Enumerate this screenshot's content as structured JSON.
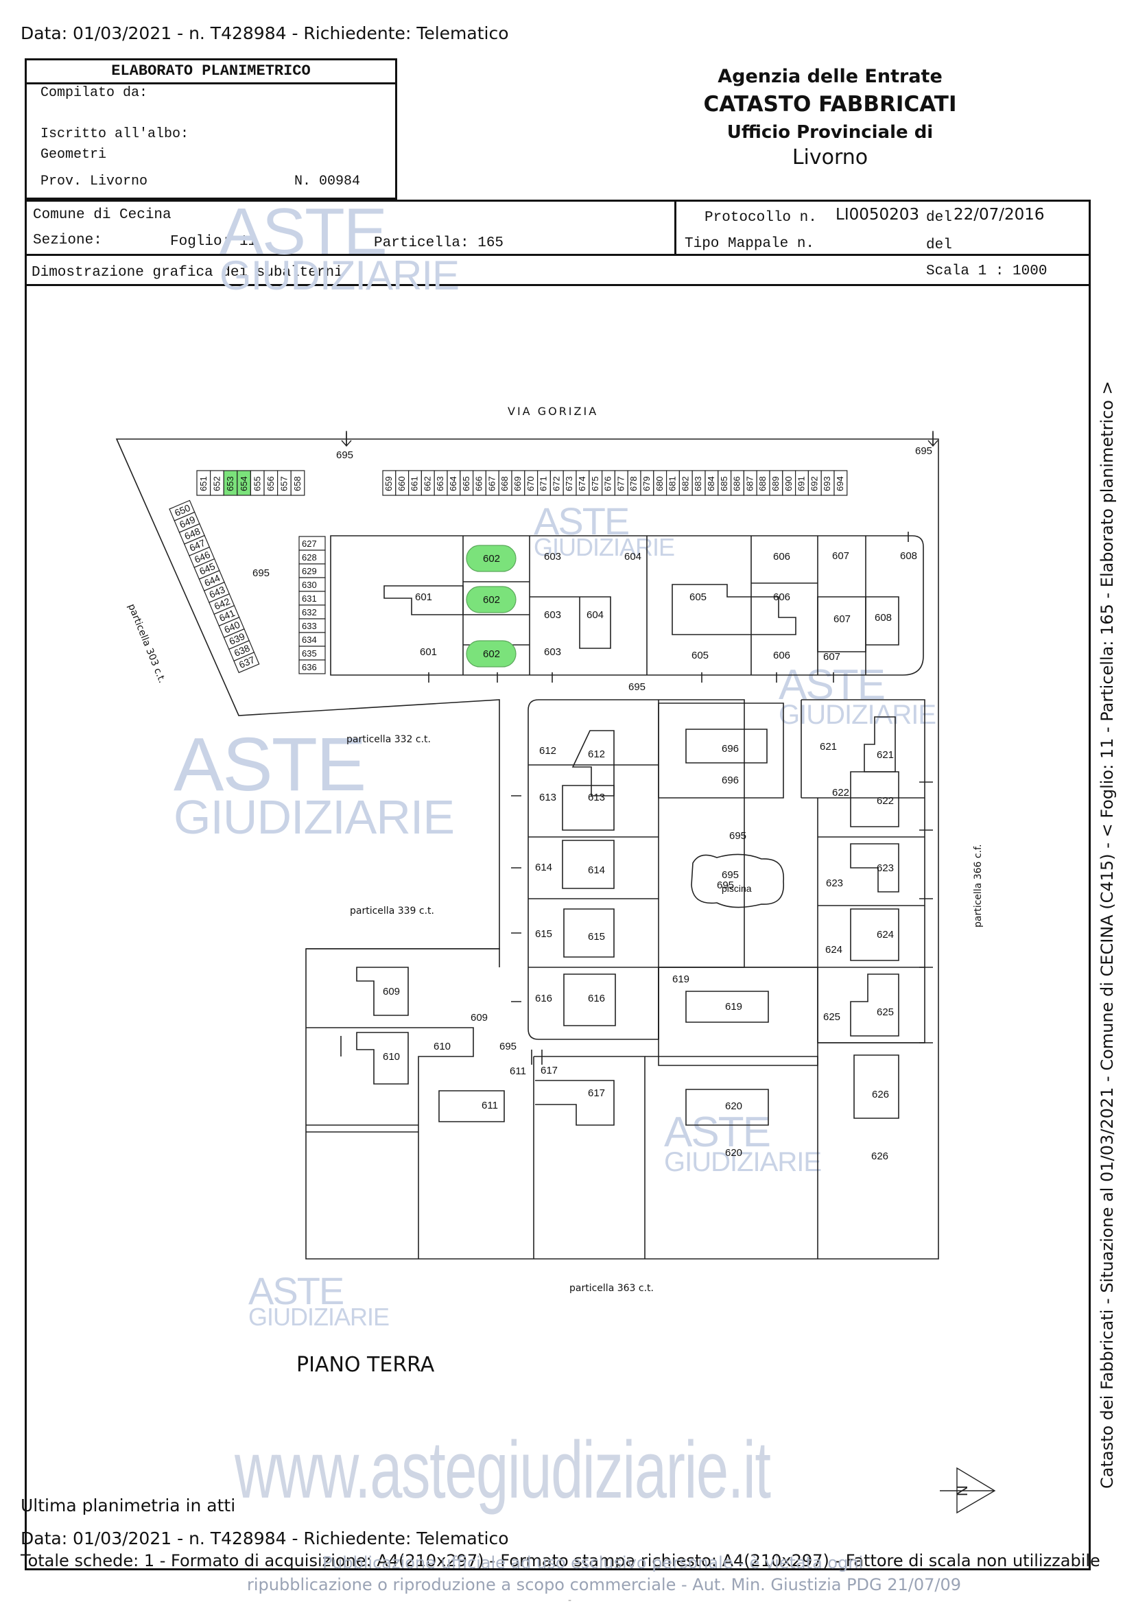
{
  "header": {
    "top_line": "Data: 01/03/2021 - n. T428984 - Richiedente: Telematico",
    "elaborato_title": "ELABORATO PLANIMETRICO",
    "compilato_da": "Compilato da:",
    "iscritto_albo": "Iscritto all'albo:",
    "albo_value": "Geometri",
    "prov": "Prov. Livorno",
    "numero": "N. 00984",
    "agency": "Agenzia delle Entrate",
    "catasto": "CATASTO FABBRICATI",
    "ufficio": "Ufficio Provinciale di",
    "citta": "Livorno"
  },
  "info": {
    "comune": "Comune di Cecina",
    "sezione": "Sezione:",
    "foglio": "Foglio: 11",
    "particella": "Particella: 165",
    "protocollo_label": "Protocollo n.",
    "protocollo_value": "LI0050203",
    "del_label": "del",
    "del_value": "22/07/2016",
    "tipo_mappale": "Tipo Mappale n.",
    "del2": "del",
    "dimostrazione": "Dimostrazione grafica dei subalterni",
    "scala": "Scala 1 : 1000"
  },
  "watermark": {
    "aste": "ASTE",
    "giudiziarie": "GIUDIZIARIE",
    "site": "www.astegiudiziarie.it",
    "notice_line1": "Pubblicazione ufficiale ad uso esclusivo personale - è vietata ogni",
    "notice_line2": "ripubblicazione o riproduzione a scopo commerciale - Aut. Min. Giustizia PDG 21/07/09",
    "dash": "-"
  },
  "plan": {
    "street": "VIA GORIZIA",
    "piano": "PIANO TERRA",
    "particelle": [
      "particella 303 c.t.",
      "particella 332 c.t.",
      "particella 339 c.t.",
      "particella 363 c.t.",
      "particella 366 c.f."
    ],
    "highlight_color": "#7be27b",
    "top_left_boxes": [
      "651",
      "652",
      "653",
      "654",
      "655",
      "656",
      "657",
      "658"
    ],
    "top_left_highlight": [
      "653",
      "654"
    ],
    "top_right_boxes": [
      "659",
      "660",
      "661",
      "662",
      "663",
      "664",
      "665",
      "666",
      "667",
      "668",
      "669",
      "670",
      "671",
      "672",
      "673",
      "674",
      "675",
      "676",
      "677",
      "678",
      "679",
      "680",
      "681",
      "682",
      "683",
      "684",
      "685",
      "686",
      "687",
      "688",
      "689",
      "690",
      "691",
      "692",
      "693",
      "694"
    ],
    "diag_boxes": [
      "650",
      "649",
      "648",
      "647",
      "646",
      "645",
      "644",
      "643",
      "642",
      "641",
      "640",
      "639",
      "638",
      "637"
    ],
    "col_boxes": [
      "627",
      "628",
      "629",
      "630",
      "631",
      "632",
      "633",
      "634",
      "635",
      "636"
    ],
    "labels": [
      "695",
      "695",
      "695",
      "695",
      "695",
      "695",
      "695",
      "695",
      "601",
      "601",
      "602",
      "602",
      "602",
      "603",
      "603",
      "603",
      "604",
      "604",
      "605",
      "605",
      "606",
      "606",
      "606",
      "607",
      "607",
      "607",
      "608",
      "608",
      "612",
      "612",
      "613",
      "613",
      "614",
      "614",
      "615",
      "615",
      "616",
      "616",
      "617",
      "617",
      "696",
      "696",
      "piscina",
      "609",
      "609",
      "610",
      "610",
      "611",
      "611",
      "619",
      "619",
      "620",
      "620",
      "621",
      "621",
      "622",
      "622",
      "623",
      "623",
      "624",
      "624",
      "625",
      "625",
      "626",
      "626"
    ]
  },
  "footer": {
    "ultima": "Ultima planimetria in atti",
    "data_line": "Data: 01/03/2021 - n. T428984 - Richiedente: Telematico",
    "totale": "Totale schede: 1 - Formato di acquisizione: A4(210x297) - Formato stampa richiesto: A4(210x297) - Fattore di scala non utilizzabile",
    "side_text": "Catasto dei Fabbricati - Situazione al 01/03/2021 - Comune di CECINA (C415) - < Foglio: 11 - Particella: 165 - Elaborato planimetrico >"
  }
}
